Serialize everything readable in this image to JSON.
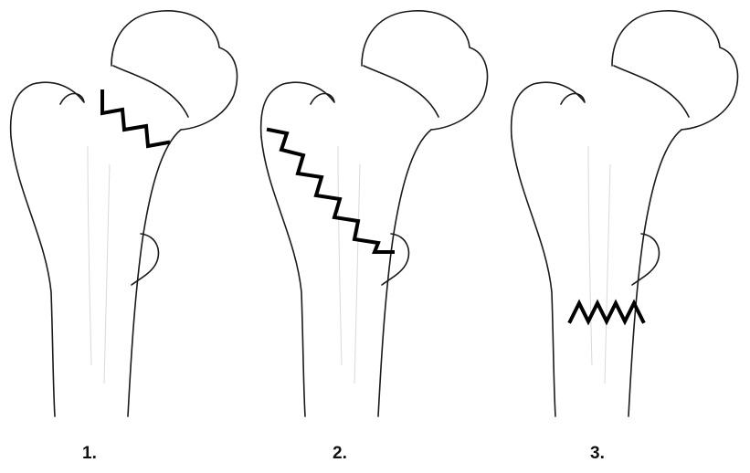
{
  "panels": [
    {
      "label": "1."
    },
    {
      "label": "2."
    },
    {
      "label": "3."
    }
  ]
}
